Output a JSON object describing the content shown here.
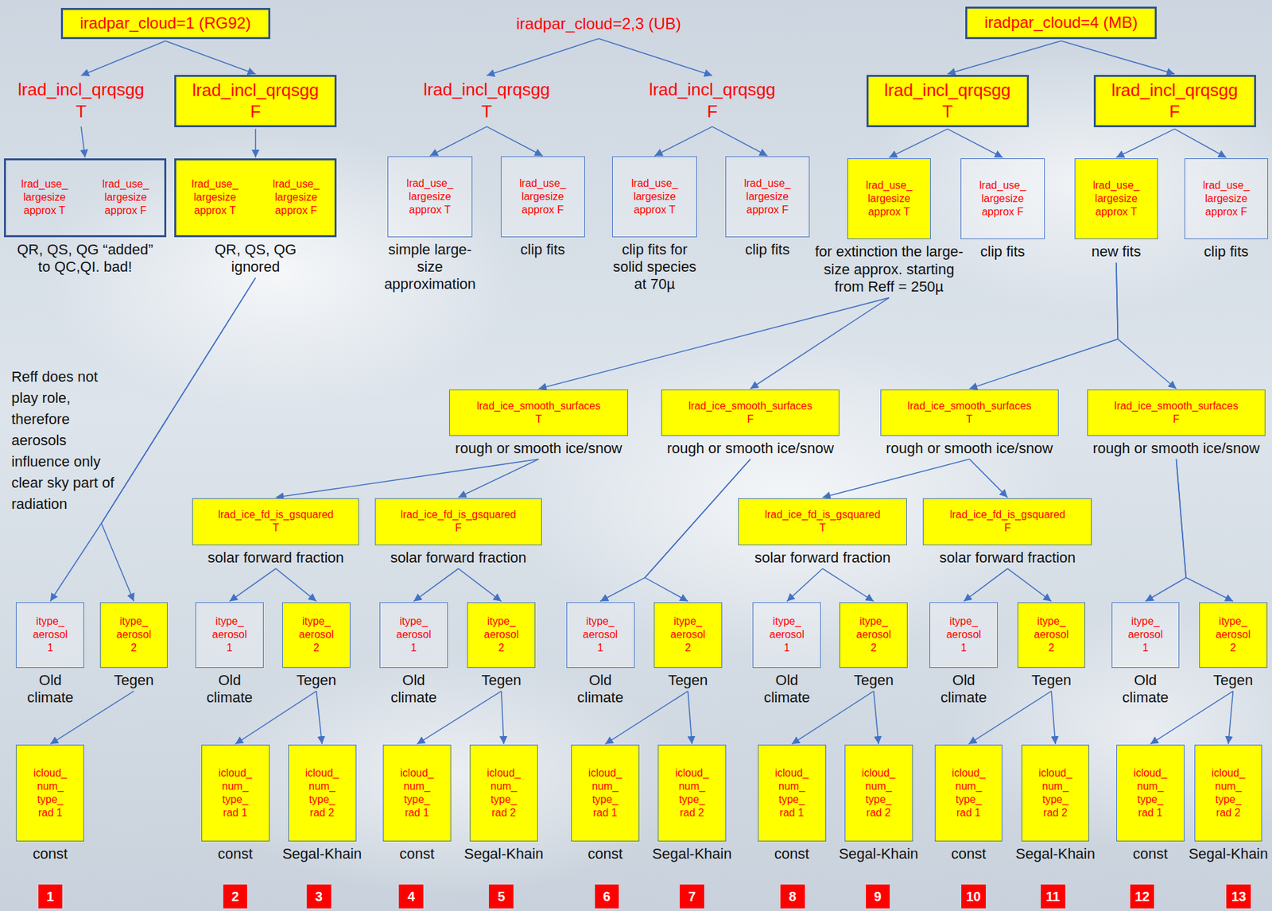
{
  "diagram": {
    "nodes": [
      {
        "text": [
          "iradpar_cloud=1 (RG92)"
        ]
      },
      {
        "text": [
          "iradpar_cloud=2,3 (UB)"
        ]
      },
      {
        "text": [
          "iradpar_cloud=4 (MB)"
        ]
      },
      {
        "text": [
          "lrad_incl_qrqsgg T"
        ]
      },
      {
        "text": [
          "lrad_incl_qrqsgg F"
        ]
      },
      {
        "text": [
          "lrad_incl_qrqsgg T"
        ]
      },
      {
        "text": [
          "lrad_incl_qrqsgg F"
        ]
      },
      {
        "text": [
          "lrad_incl_qrqsgg T"
        ]
      },
      {
        "text": [
          "lrad_incl_qrqsgg F"
        ]
      },
      {
        "text": [
          "lrad_use_ largesize approx T",
          "lrad_use_ largesize approx F",
          "QR, QS, QG “added” to QC,QI. bad!"
        ]
      },
      {
        "text": [
          "lrad_use_ largesize approx T",
          "lrad_use_ largesize approx F",
          "QR, QS, QG ignored"
        ]
      },
      {
        "text": [
          "lrad_use_ largesize approx T",
          "simple large-size approximation"
        ]
      },
      {
        "text": [
          "lrad_use_ largesize approx F",
          "clip fits"
        ]
      },
      {
        "text": [
          "lrad_use_ largesize approx T",
          "clip fits for solid species at 70µ"
        ]
      },
      {
        "text": [
          "lrad_use_ largesize approx F",
          "clip fits"
        ]
      },
      {
        "text": [
          "lrad_use_ largesize approx T",
          "for extinction the large-size approx. starting from Reff = 250µ"
        ]
      },
      {
        "text": [
          "lrad_use_ largesize approx F",
          "clip fits"
        ]
      },
      {
        "text": [
          "lrad_use_ largesize approx T",
          "new fits"
        ]
      },
      {
        "text": [
          "lrad_use_ largesize approx F",
          "clip fits"
        ]
      },
      {
        "text": [
          "lrad_ice_smooth_surfaces T",
          "rough or smooth ice/snow"
        ]
      },
      {
        "text": [
          "lrad_ice_smooth_surfaces F",
          "rough or smooth ice/snow"
        ]
      },
      {
        "text": [
          "lrad_ice_smooth_surfaces T",
          "rough or smooth ice/snow"
        ]
      },
      {
        "text": [
          "lrad_ice_smooth_surfaces F",
          "rough or smooth ice/snow"
        ]
      },
      {
        "text": [
          "lrad_ice_fd_is_gsquared T",
          "solar forward fraction"
        ]
      },
      {
        "text": [
          "lrad_ice_fd_is_gsquared F",
          "solar forward fraction"
        ]
      },
      {
        "text": [
          "lrad_ice_fd_is_gsquared T",
          "solar forward fraction"
        ]
      },
      {
        "text": [
          "lrad_ice_fd_is_gsquared F",
          "solar forward fraction"
        ]
      },
      {
        "text": [
          "itype_ aerosol 1",
          "Old climate"
        ]
      },
      {
        "text": [
          "itype_ aerosol 2",
          "Tegen"
        ]
      },
      {
        "text": [
          "itype_ aerosol 1",
          "Old climate"
        ]
      },
      {
        "text": [
          "itype_ aerosol 2",
          "Tegen"
        ]
      },
      {
        "text": [
          "itype_ aerosol 1",
          "Old climate"
        ]
      },
      {
        "text": [
          "itype_ aerosol 2",
          "Tegen"
        ]
      },
      {
        "text": [
          "itype_ aerosol 1",
          "Old climate"
        ]
      },
      {
        "text": [
          "itype_ aerosol 2",
          "Tegen"
        ]
      },
      {
        "text": [
          "itype_ aerosol 1",
          "Old climate"
        ]
      },
      {
        "text": [
          "itype_ aerosol 2",
          "Tegen"
        ]
      },
      {
        "text": [
          "itype_ aerosol 1",
          "Old climate"
        ]
      },
      {
        "text": [
          "itype_ aerosol 2",
          "Tegen"
        ]
      },
      {
        "text": [
          "itype_ aerosol 1",
          "Old climate"
        ]
      },
      {
        "text": [
          "itype_ aerosol 2",
          "Tegen"
        ]
      },
      {
        "text": [
          "icloud_ num_ type_ rad 1",
          "const"
        ]
      },
      {
        "text": [
          "icloud_ num_ type_ rad 1",
          "const"
        ]
      },
      {
        "text": [
          "icloud_ num_ type_ rad 2",
          "Segal-Khain"
        ]
      },
      {
        "text": [
          "icloud_ num_ type_ rad 1",
          "const"
        ]
      },
      {
        "text": [
          "icloud_ num_ type_ rad 2",
          "Segal-Khain"
        ]
      },
      {
        "text": [
          "icloud_ num_ type_ rad 1",
          "const"
        ]
      },
      {
        "text": [
          "icloud_ num_ type_ rad 2",
          "Segal-Khain"
        ]
      },
      {
        "text": [
          "icloud_ num_ type_ rad 1",
          "const"
        ]
      },
      {
        "text": [
          "icloud_ num_ type_ rad 2",
          "Segal-Khain"
        ]
      },
      {
        "text": [
          "icloud_ num_ type_ rad 1",
          "const"
        ]
      },
      {
        "text": [
          "icloud_ num_ type_ rad 2",
          "Segal-Khain"
        ]
      },
      {
        "text": [
          "icloud_ num_ type_ rad 1",
          "const"
        ]
      },
      {
        "text": [
          "icloud_ num_ type_ rad 2",
          "Segal-Khain"
        ]
      },
      {
        "text": [
          "1"
        ]
      },
      {
        "text": [
          "2"
        ]
      },
      {
        "text": [
          "3"
        ]
      },
      {
        "text": [
          "4"
        ]
      },
      {
        "text": [
          "5"
        ]
      },
      {
        "text": [
          "6"
        ]
      },
      {
        "text": [
          "7"
        ]
      },
      {
        "text": [
          "8"
        ]
      },
      {
        "text": [
          "9"
        ]
      },
      {
        "text": [
          "10"
        ]
      },
      {
        "text": [
          "11"
        ]
      },
      {
        "text": [
          "12"
        ]
      },
      {
        "text": [
          "13"
        ]
      }
    ],
    "edges": [
      {
        "from": 0,
        "to": 3,
        "arrow": "to"
      },
      {
        "from": 0,
        "to": 4,
        "arrow": "to"
      },
      {
        "from": 1,
        "to": 5,
        "arrow": "to"
      },
      {
        "from": 1,
        "to": 6,
        "arrow": "to"
      },
      {
        "from": 2,
        "to": 7,
        "arrow": "to"
      },
      {
        "from": 2,
        "to": 8,
        "arrow": "to"
      },
      {
        "from": 3,
        "to": 9,
        "arrow": "to"
      },
      {
        "from": 4,
        "to": 10,
        "arrow": "to"
      },
      {
        "from": 5,
        "to": 11,
        "arrow": "to"
      },
      {
        "from": 5,
        "to": 12,
        "arrow": "to"
      },
      {
        "from": 6,
        "to": 13,
        "arrow": "to"
      },
      {
        "from": 6,
        "to": 14,
        "arrow": "to"
      },
      {
        "from": 7,
        "to": 15,
        "arrow": "to"
      },
      {
        "from": 7,
        "to": 16,
        "arrow": "to"
      },
      {
        "from": 8,
        "to": 17,
        "arrow": "to"
      },
      {
        "from": 8,
        "to": 18,
        "arrow": "to"
      },
      {
        "from": 10,
        "to": 27,
        "arrow": "to"
      },
      {
        "from": 10,
        "to": 28,
        "arrow": "to"
      },
      {
        "from": 15,
        "to": 19,
        "arrow": "to"
      },
      {
        "from": 15,
        "to": 20,
        "arrow": "to"
      },
      {
        "from": 17,
        "to": 21,
        "arrow": "to"
      },
      {
        "from": 17,
        "to": 22,
        "arrow": "to"
      },
      {
        "from": 19,
        "to": 23,
        "arrow": "to"
      },
      {
        "from": 19,
        "to": 24,
        "arrow": "to"
      },
      {
        "from": 20,
        "to": 33,
        "arrow": "to"
      },
      {
        "from": 20,
        "to": 34,
        "arrow": "to"
      },
      {
        "from": 21,
        "to": 25,
        "arrow": "to"
      },
      {
        "from": 21,
        "to": 26,
        "arrow": "to"
      },
      {
        "from": 22,
        "to": 39,
        "arrow": "to"
      },
      {
        "from": 22,
        "to": 40,
        "arrow": "to"
      },
      {
        "from": 23,
        "to": 29,
        "arrow": "to"
      },
      {
        "from": 23,
        "to": 30,
        "arrow": "to"
      },
      {
        "from": 24,
        "to": 31,
        "arrow": "to"
      },
      {
        "from": 24,
        "to": 32,
        "arrow": "to"
      },
      {
        "from": 25,
        "to": 35,
        "arrow": "to"
      },
      {
        "from": 25,
        "to": 36,
        "arrow": "to"
      },
      {
        "from": 26,
        "to": 37,
        "arrow": "to"
      },
      {
        "from": 26,
        "to": 38,
        "arrow": "to"
      },
      {
        "from": 28,
        "to": 41,
        "arrow": "to"
      },
      {
        "from": 30,
        "to": 42,
        "arrow": "to"
      },
      {
        "from": 30,
        "to": 43,
        "arrow": "to"
      },
      {
        "from": 32,
        "to": 44,
        "arrow": "to"
      },
      {
        "from": 32,
        "to": 45,
        "arrow": "to"
      },
      {
        "from": 34,
        "to": 46,
        "arrow": "to"
      },
      {
        "from": 34,
        "to": 47,
        "arrow": "to"
      },
      {
        "from": 36,
        "to": 48,
        "arrow": "to"
      },
      {
        "from": 36,
        "to": 49,
        "arrow": "to"
      },
      {
        "from": 38,
        "to": 50,
        "arrow": "to"
      },
      {
        "from": 38,
        "to": 51,
        "arrow": "to"
      },
      {
        "from": 40,
        "to": 52,
        "arrow": "to"
      },
      {
        "from": 40,
        "to": 53,
        "arrow": "to"
      }
    ],
    "labels": [
      "Reff does not play role, therefore aerosols influence only clear sky part of radiation"
    ]
  }
}
